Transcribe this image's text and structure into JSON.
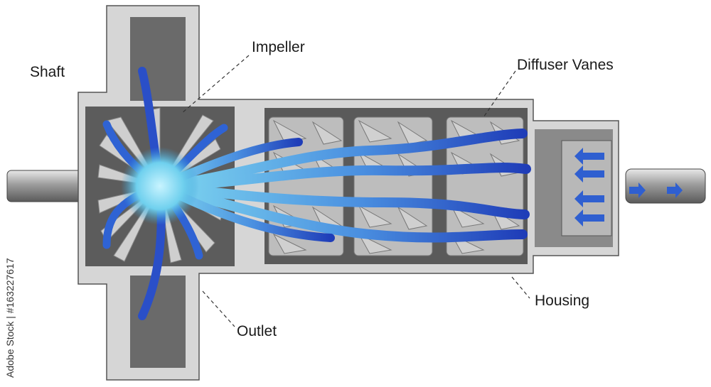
{
  "labels": {
    "shaft": "Shaft",
    "impeller": "Impeller",
    "diffuser_vanes": "Diffuser Vanes",
    "housing": "Housing",
    "outlet": "Outlet"
  },
  "watermark": "Adobe Stock | #163227617",
  "colors": {
    "casing": "#d8d8d8",
    "casing_dark": "#4a4a4a",
    "inner": "#6e6e6e",
    "shaft": "#b9b9b9",
    "flow_dark": "#1f3db8",
    "flow_light": "#7fd8f0"
  }
}
